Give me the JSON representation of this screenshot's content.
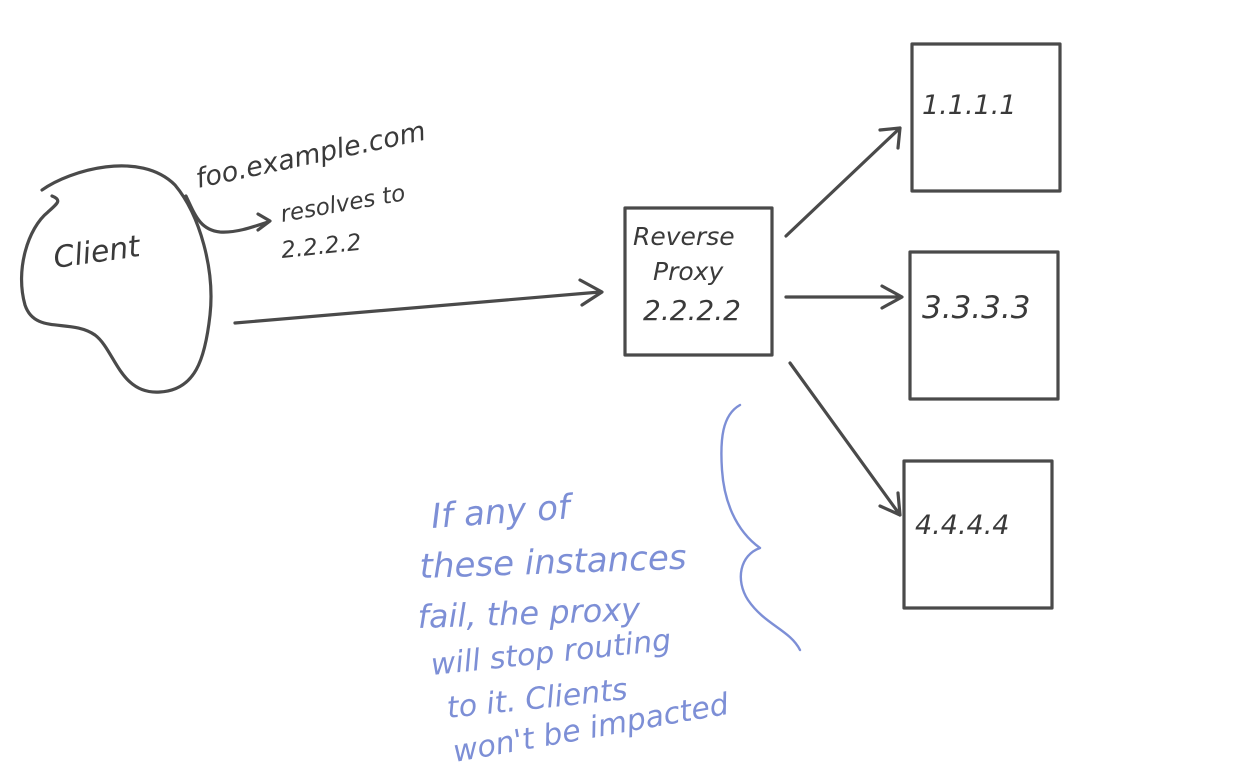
{
  "client": {
    "label": "Client"
  },
  "dns_note": {
    "domain": "foo.example.com",
    "resolves": "resolves to",
    "ip": "2.2.2.2"
  },
  "proxy": {
    "line1": "Reverse",
    "line2": "Proxy",
    "ip": "2.2.2.2"
  },
  "instances": [
    {
      "ip": "1.1.1.1"
    },
    {
      "ip": "3.3.3.3"
    },
    {
      "ip": "4.4.4.4"
    }
  ],
  "annotation": {
    "lines": [
      "If any of",
      "these instances",
      "fail, the proxy",
      "will stop routing",
      "to it. Clients",
      "won't be impacted"
    ],
    "color": "#7d8fd6"
  },
  "colors": {
    "ink": "#4a4a4a",
    "annotation": "#7d8fd6"
  }
}
